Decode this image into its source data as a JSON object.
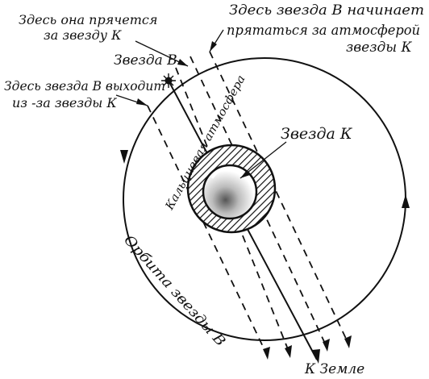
{
  "labels": {
    "hide_behind": [
      "Здесь она прячется",
      "за звезду К"
    ],
    "begin_atmosphere": [
      "Здесь звезда В начинает",
      "прятаться за атмосферой",
      "звезды К"
    ],
    "star_b": "Звезда В",
    "emerge": [
      "Здесь звезда В выходит",
      "из -за звезды К"
    ],
    "star_k": "Звезда К",
    "atmosphere": "Кальциевая атмосфера",
    "orbit": "Орбита звезды В",
    "to_earth": "К Земле"
  },
  "colors": {
    "ink": "#111111",
    "background": "#ffffff"
  }
}
